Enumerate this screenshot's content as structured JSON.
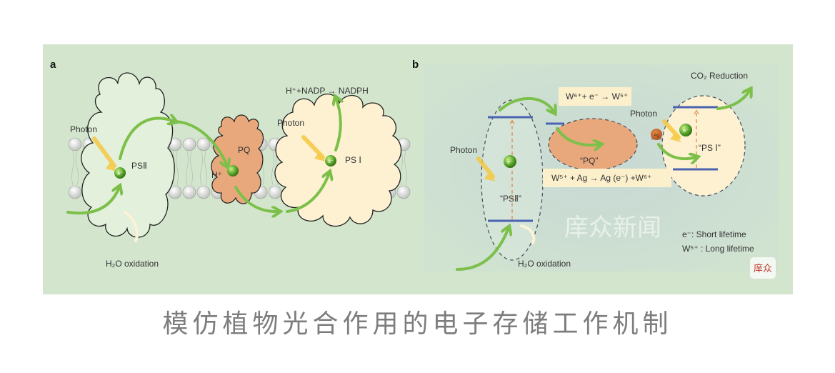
{
  "panel_a": {
    "letter": "a",
    "photon_left": "Photon",
    "psii": "PSⅡ",
    "pq": "PQ",
    "h_plus": "H⁺",
    "photon_right": "Photon",
    "psi": "PS Ⅰ",
    "electron": "e⁻",
    "nadph_reaction": "H⁺+NADP → NADPH",
    "h2o_oxidation": "H₂O oxidation"
  },
  "panel_b": {
    "letter": "b",
    "photon_left": "Photon",
    "psii": "“PSⅡ”",
    "pq": "“PQ”",
    "ag": "Ag",
    "photon_right": "Photon",
    "psi": "“PS Ⅰ”",
    "electron": "e⁻",
    "co2_reduction": "CO₂ Reduction",
    "reaction_top": "W⁶⁺+ e⁻ → W⁵⁺",
    "reaction_bottom": "W⁵⁺ + Ag → Ag (e⁻) +W⁶⁺",
    "h2o_oxidation": "H₂O oxidation",
    "legend_short": "e⁻: Short lifetime",
    "legend_long": "W⁵⁺ : Long lifetime"
  },
  "watermark": {
    "text": "庠众新闻",
    "logo_text": "庠众"
  },
  "colors": {
    "figure_bg": "#d3e6cd",
    "arrow_green": "#7cc04a",
    "photon_yellow": "#f5c842",
    "psii_fill": "#e3f0dc",
    "psi_fill": "#fdf1d2",
    "pq_fill": "#e8a87c",
    "level_blue": "#4a63b0",
    "caption_gray": "#7d7d7d"
  },
  "caption": "模仿植物光合作用的电子存储工作机制"
}
